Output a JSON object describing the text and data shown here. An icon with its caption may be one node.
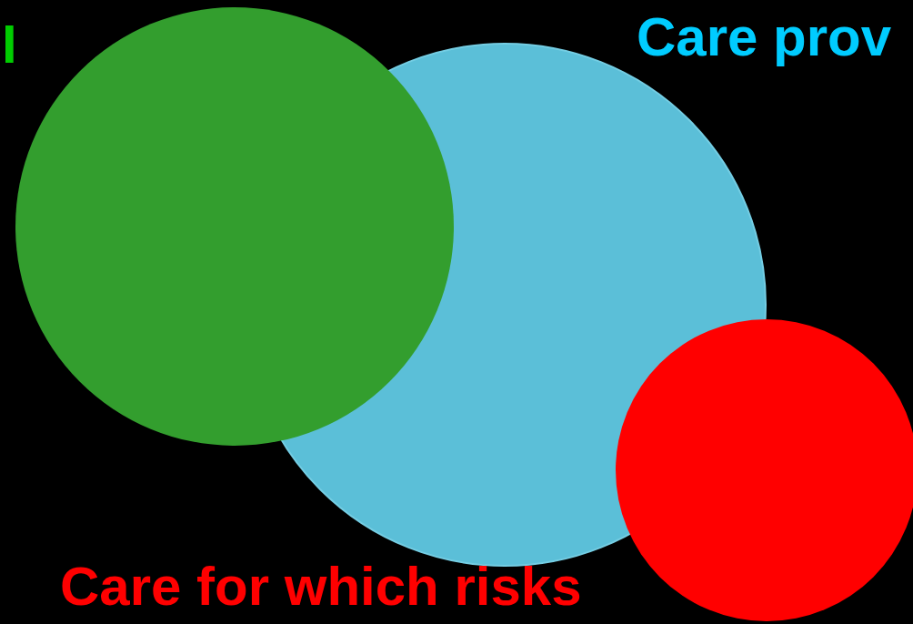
{
  "diagram": {
    "nodes": [
      {
        "text": [],
        "shape": "circle"
      },
      {
        "text": [],
        "shape": "circle"
      },
      {
        "text": [],
        "shape": "circle"
      }
    ],
    "labels": [
      "I",
      "Care prov",
      "Care for which risks"
    ]
  }
}
